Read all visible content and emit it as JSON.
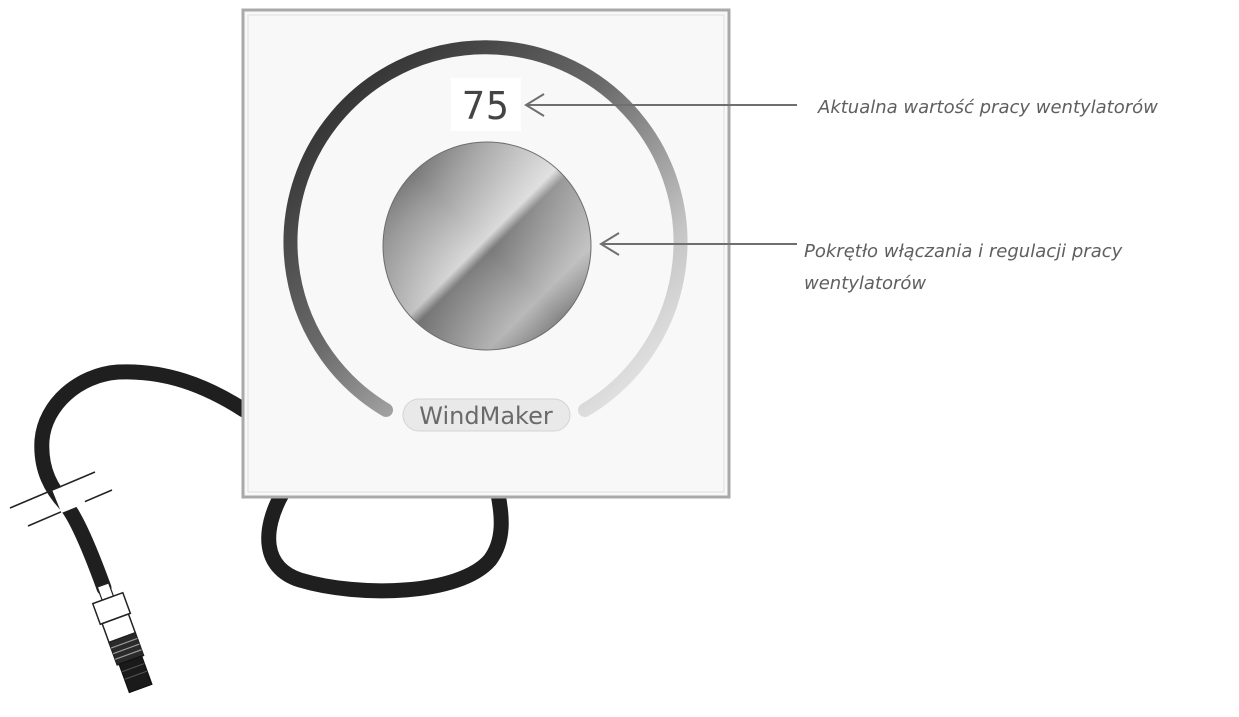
{
  "device": {
    "display_value": "75",
    "brand": "WindMaker"
  },
  "callouts": {
    "current_value": "Aktualna wartość pracy wentylatorów",
    "knob": "Pokrętło włączania i regulacji pracy wentylatorów"
  },
  "colors": {
    "panel_border": "#a9a9a9",
    "panel_fill": "#f8f8f8",
    "cable": "#1f1f1f",
    "arc_dark": "#222222",
    "arc_light": "#f0f0f0",
    "callout_text": "#5f5f5f",
    "arrow": "#6f6f6f"
  }
}
